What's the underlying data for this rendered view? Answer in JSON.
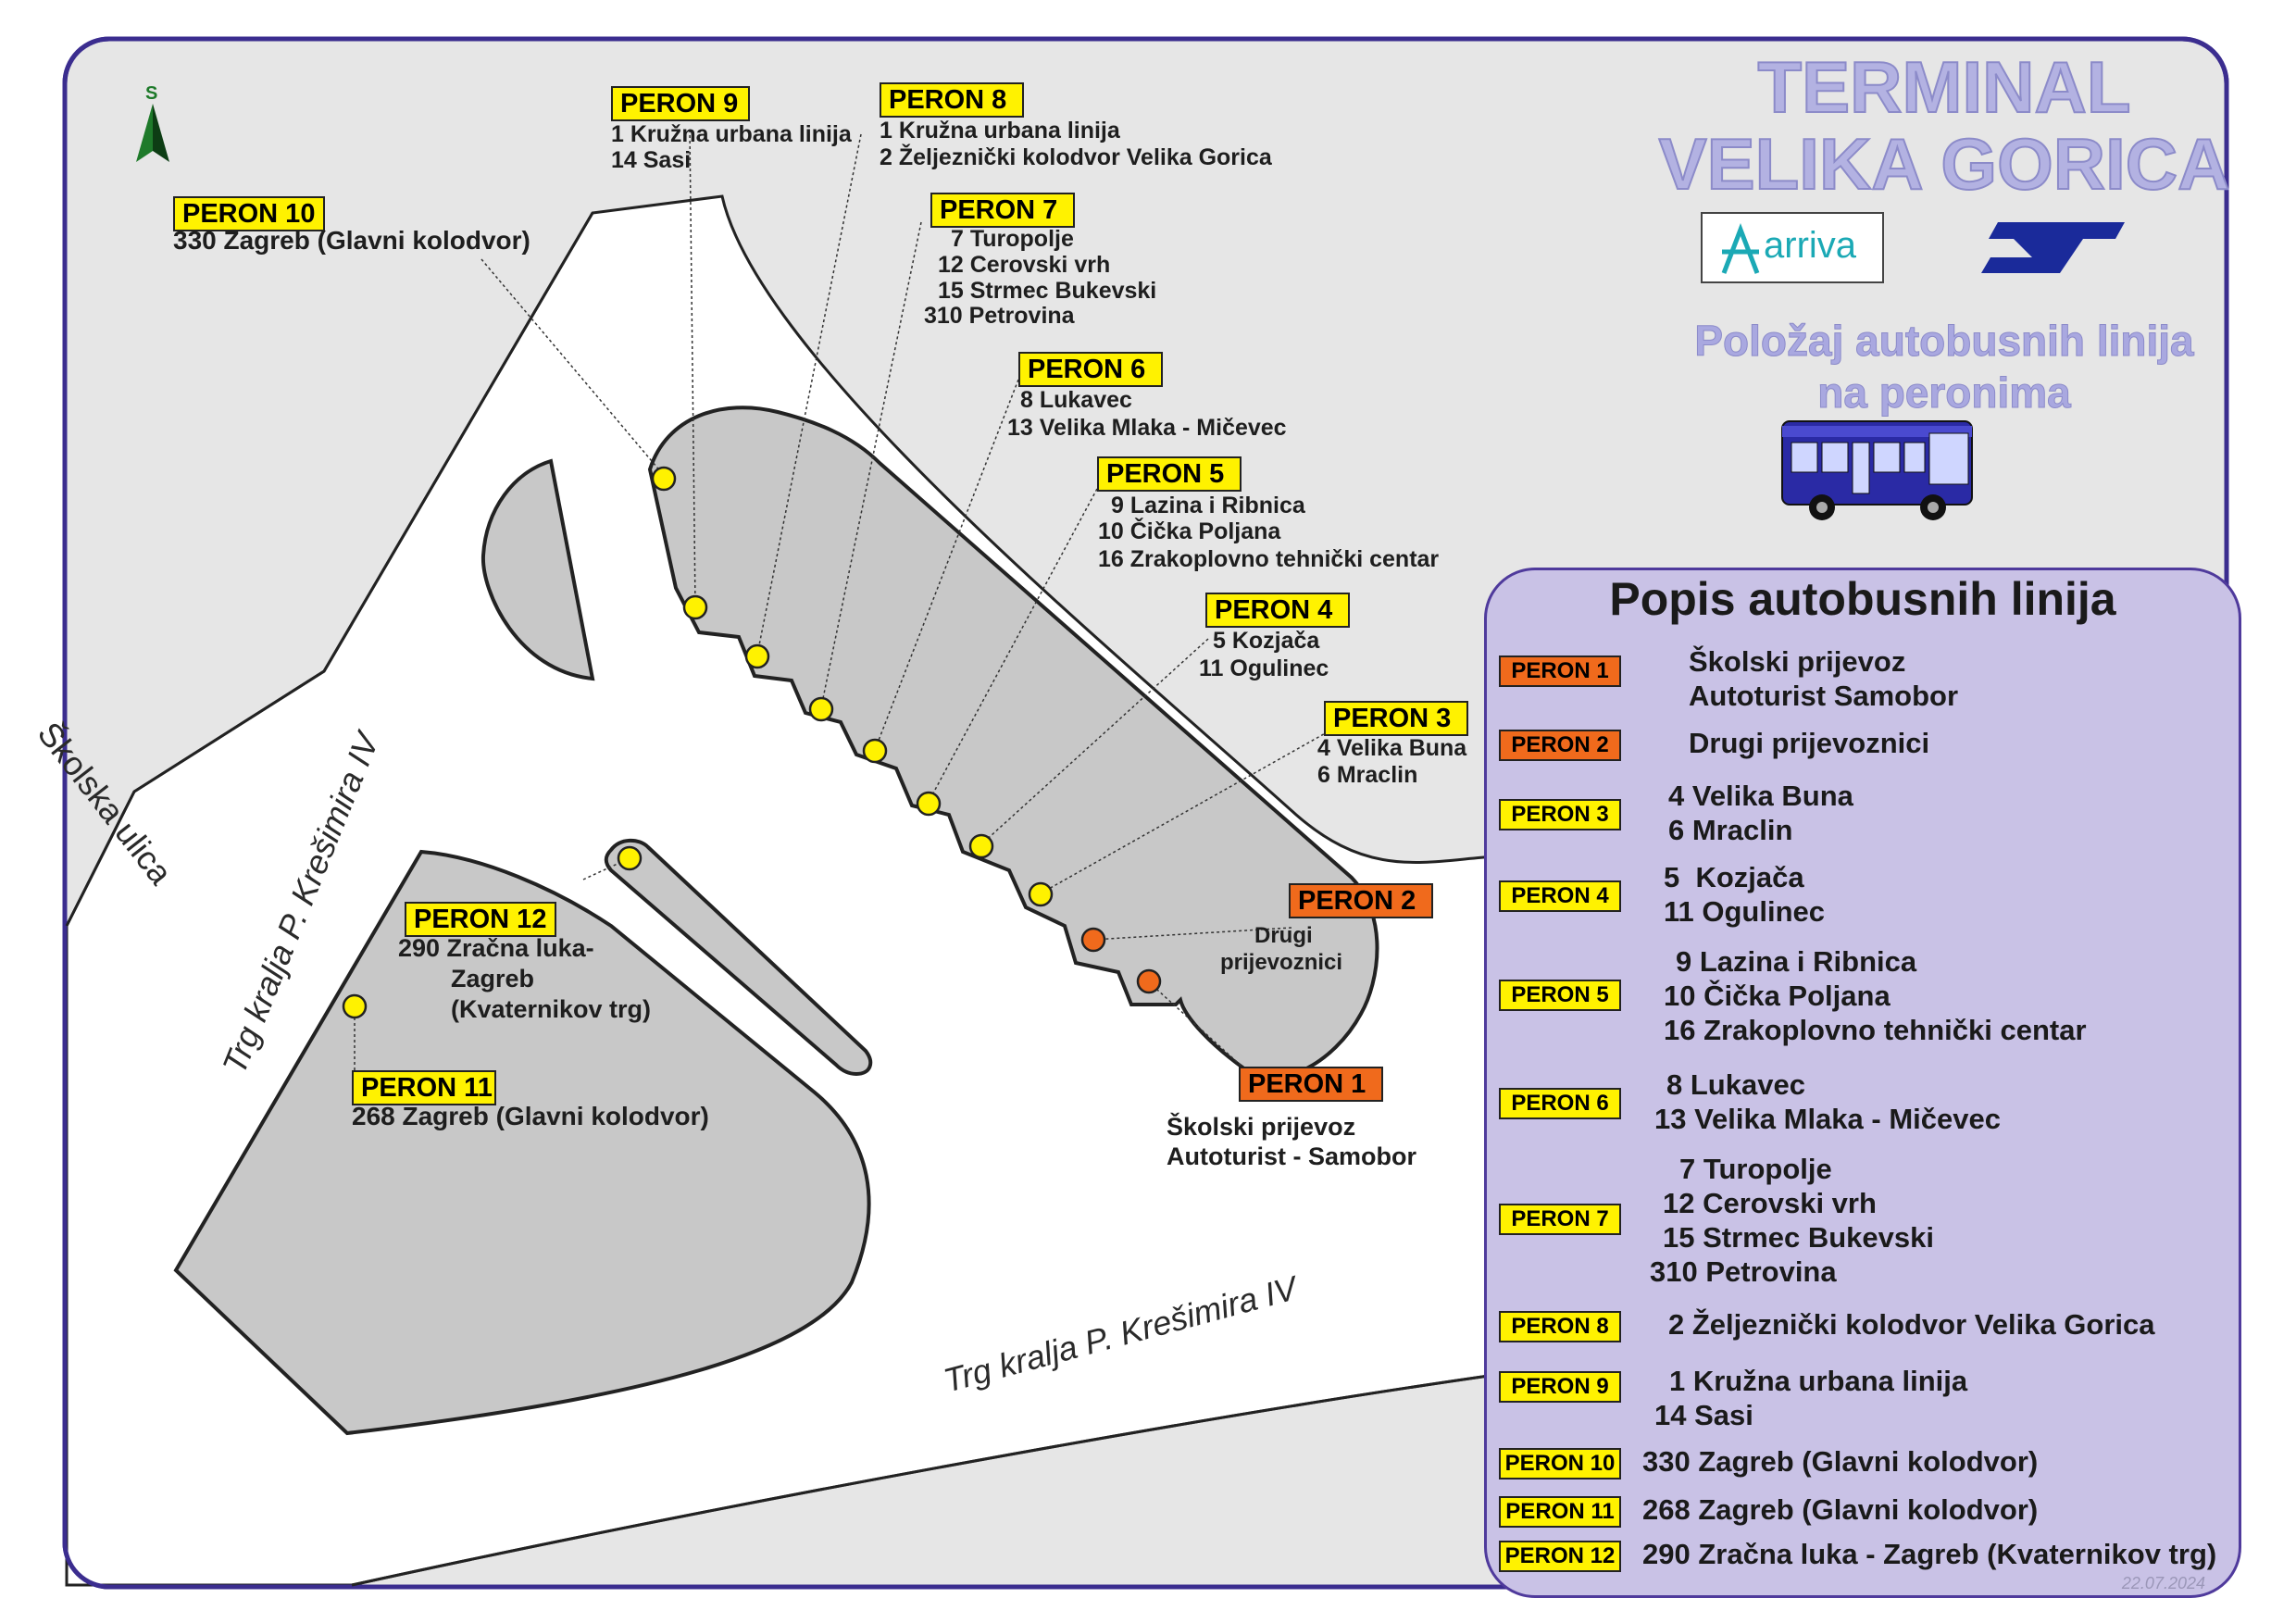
{
  "header": {
    "title_line1": "TERMINAL",
    "title_line2": "VELIKA GORICA",
    "subtitle_line1": "Položaj autobusnih linija",
    "subtitle_line2": "na peronima",
    "arriva_logo": "arriva",
    "zet_logo": "ZET"
  },
  "compass": {
    "label": "S"
  },
  "streets": {
    "skolska": "Školska ulica",
    "trg_left": "Trg kralja P. Krešimira IV",
    "trg_bottom": "Trg kralja P. Krešimira IV"
  },
  "perons": {
    "p1": {
      "badge": "PERON 1",
      "lines": [
        "Školski prijevoz",
        "Autoturist - Samobor"
      ]
    },
    "p2": {
      "badge": "PERON 2",
      "lines": [
        "Drugi",
        "prijevoznici"
      ]
    },
    "p3": {
      "badge": "PERON 3",
      "lines": [
        "4 Velika Buna",
        "6 Mraclin"
      ]
    },
    "p4": {
      "badge": "PERON 4",
      "lines": [
        "5 Kozjača",
        "11 Ogulinec"
      ]
    },
    "p5": {
      "badge": "PERON 5",
      "lines": [
        "9 Lazina i Ribnica",
        "10 Čička Poljana",
        "16 Zrakoplovno tehnički centar"
      ]
    },
    "p6": {
      "badge": "PERON 6",
      "lines": [
        "8 Lukavec",
        "13 Velika Mlaka - Mičevec"
      ]
    },
    "p7": {
      "badge": "PERON 7",
      "lines": [
        "7 Turopolje",
        "12 Cerovski vrh",
        "15 Strmec Bukevski",
        "310 Petrovina"
      ]
    },
    "p8": {
      "badge": "PERON 8",
      "lines": [
        "1 Kružna urbana linija",
        "2 Željeznički kolodvor Velika Gorica"
      ]
    },
    "p9": {
      "badge": "PERON 9",
      "lines": [
        "1 Kružna urbana linija",
        "14 Sasi"
      ]
    },
    "p10": {
      "badge": "PERON 10",
      "lines": [
        "330 Zagreb (Glavni kolodvor)"
      ]
    },
    "p11": {
      "badge": "PERON 11",
      "lines": [
        "268 Zagreb (Glavni kolodvor)"
      ]
    },
    "p12": {
      "badge": "PERON 12",
      "lines": [
        "290 Zračna luka-",
        "Zagreb",
        "(Kvaternikov trg)"
      ]
    }
  },
  "legend": {
    "title": "Popis autobusnih linija",
    "rows": [
      {
        "badge": "PERON 1",
        "color": "#f06a1c",
        "lines": [
          "Školski prijevoz",
          "Autoturist Samobor"
        ]
      },
      {
        "badge": "PERON 2",
        "color": "#f06a1c",
        "lines": [
          "Drugi prijevoznici"
        ]
      },
      {
        "badge": "PERON 3",
        "color": "#fff200",
        "lines": [
          "4 Velika Buna",
          "6 Mraclin"
        ]
      },
      {
        "badge": "PERON 4",
        "color": "#fff200",
        "lines": [
          "5  Kozjača",
          "11 Ogulinec"
        ]
      },
      {
        "badge": "PERON 5",
        "color": "#fff200",
        "lines": [
          "9 Lazina i Ribnica",
          "10 Čička Poljana",
          "16 Zrakoplovno tehnički centar"
        ]
      },
      {
        "badge": "PERON 6",
        "color": "#fff200",
        "lines": [
          "8 Lukavec",
          "13 Velika Mlaka - Mičevec"
        ]
      },
      {
        "badge": "PERON 7",
        "color": "#fff200",
        "lines": [
          "7 Turopolje",
          "12 Cerovski vrh",
          "15 Strmec Bukevski",
          "310 Petrovina"
        ]
      },
      {
        "badge": "PERON 8",
        "color": "#fff200",
        "lines": [
          "2 Željeznički kolodvor Velika Gorica"
        ]
      },
      {
        "badge": "PERON 9",
        "color": "#fff200",
        "lines": [
          "1 Kružna urbana linija",
          "14 Sasi"
        ]
      },
      {
        "badge": "PERON 10",
        "color": "#fff200",
        "lines": [
          "330 Zagreb (Glavni kolodvor)"
        ]
      },
      {
        "badge": "PERON 11",
        "color": "#fff200",
        "lines": [
          "268 Zagreb (Glavni kolodvor)"
        ]
      },
      {
        "badge": "PERON 12",
        "color": "#fff200",
        "lines": [
          "290 Zračna luka - Zagreb (Kvaternikov trg)"
        ]
      }
    ],
    "date": "22.07.2024"
  },
  "colors": {
    "frame": "#3b2d8f",
    "ground": "#e6e6e6",
    "road": "#ffffff",
    "platform": "#c8c8c8",
    "peron_yellow": "#fff200",
    "peron_orange": "#f06a1c",
    "title_lavender": "#a7a6dd",
    "legend_bg": "#c9c2e6"
  }
}
